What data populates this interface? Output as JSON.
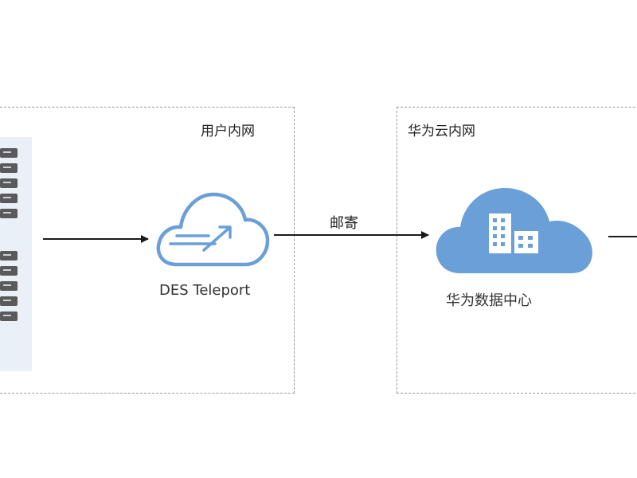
{
  "regions": {
    "user_intranet": {
      "label": "用户内网"
    },
    "huawei_cloud_intranet": {
      "label": "华为云内网"
    }
  },
  "nodes": {
    "des_teleport": {
      "label": "DES Teleport",
      "icon": "cloud-upload-icon"
    },
    "huawei_datacenter": {
      "label": "华为数据中心",
      "icon": "cloud-building-icon"
    },
    "servers": {
      "icon": "server-rack-icon"
    }
  },
  "edges": {
    "ship": {
      "label": "邮寄"
    }
  },
  "colors": {
    "cloud_fill": "#6a9fd8",
    "cloud_outline": "#6a9fd8",
    "server_bg": "#e9f0f8",
    "server_unit": "#5a5a5a",
    "dashed_border": "#9a9a9a",
    "arrow": "#1a1a1a"
  }
}
